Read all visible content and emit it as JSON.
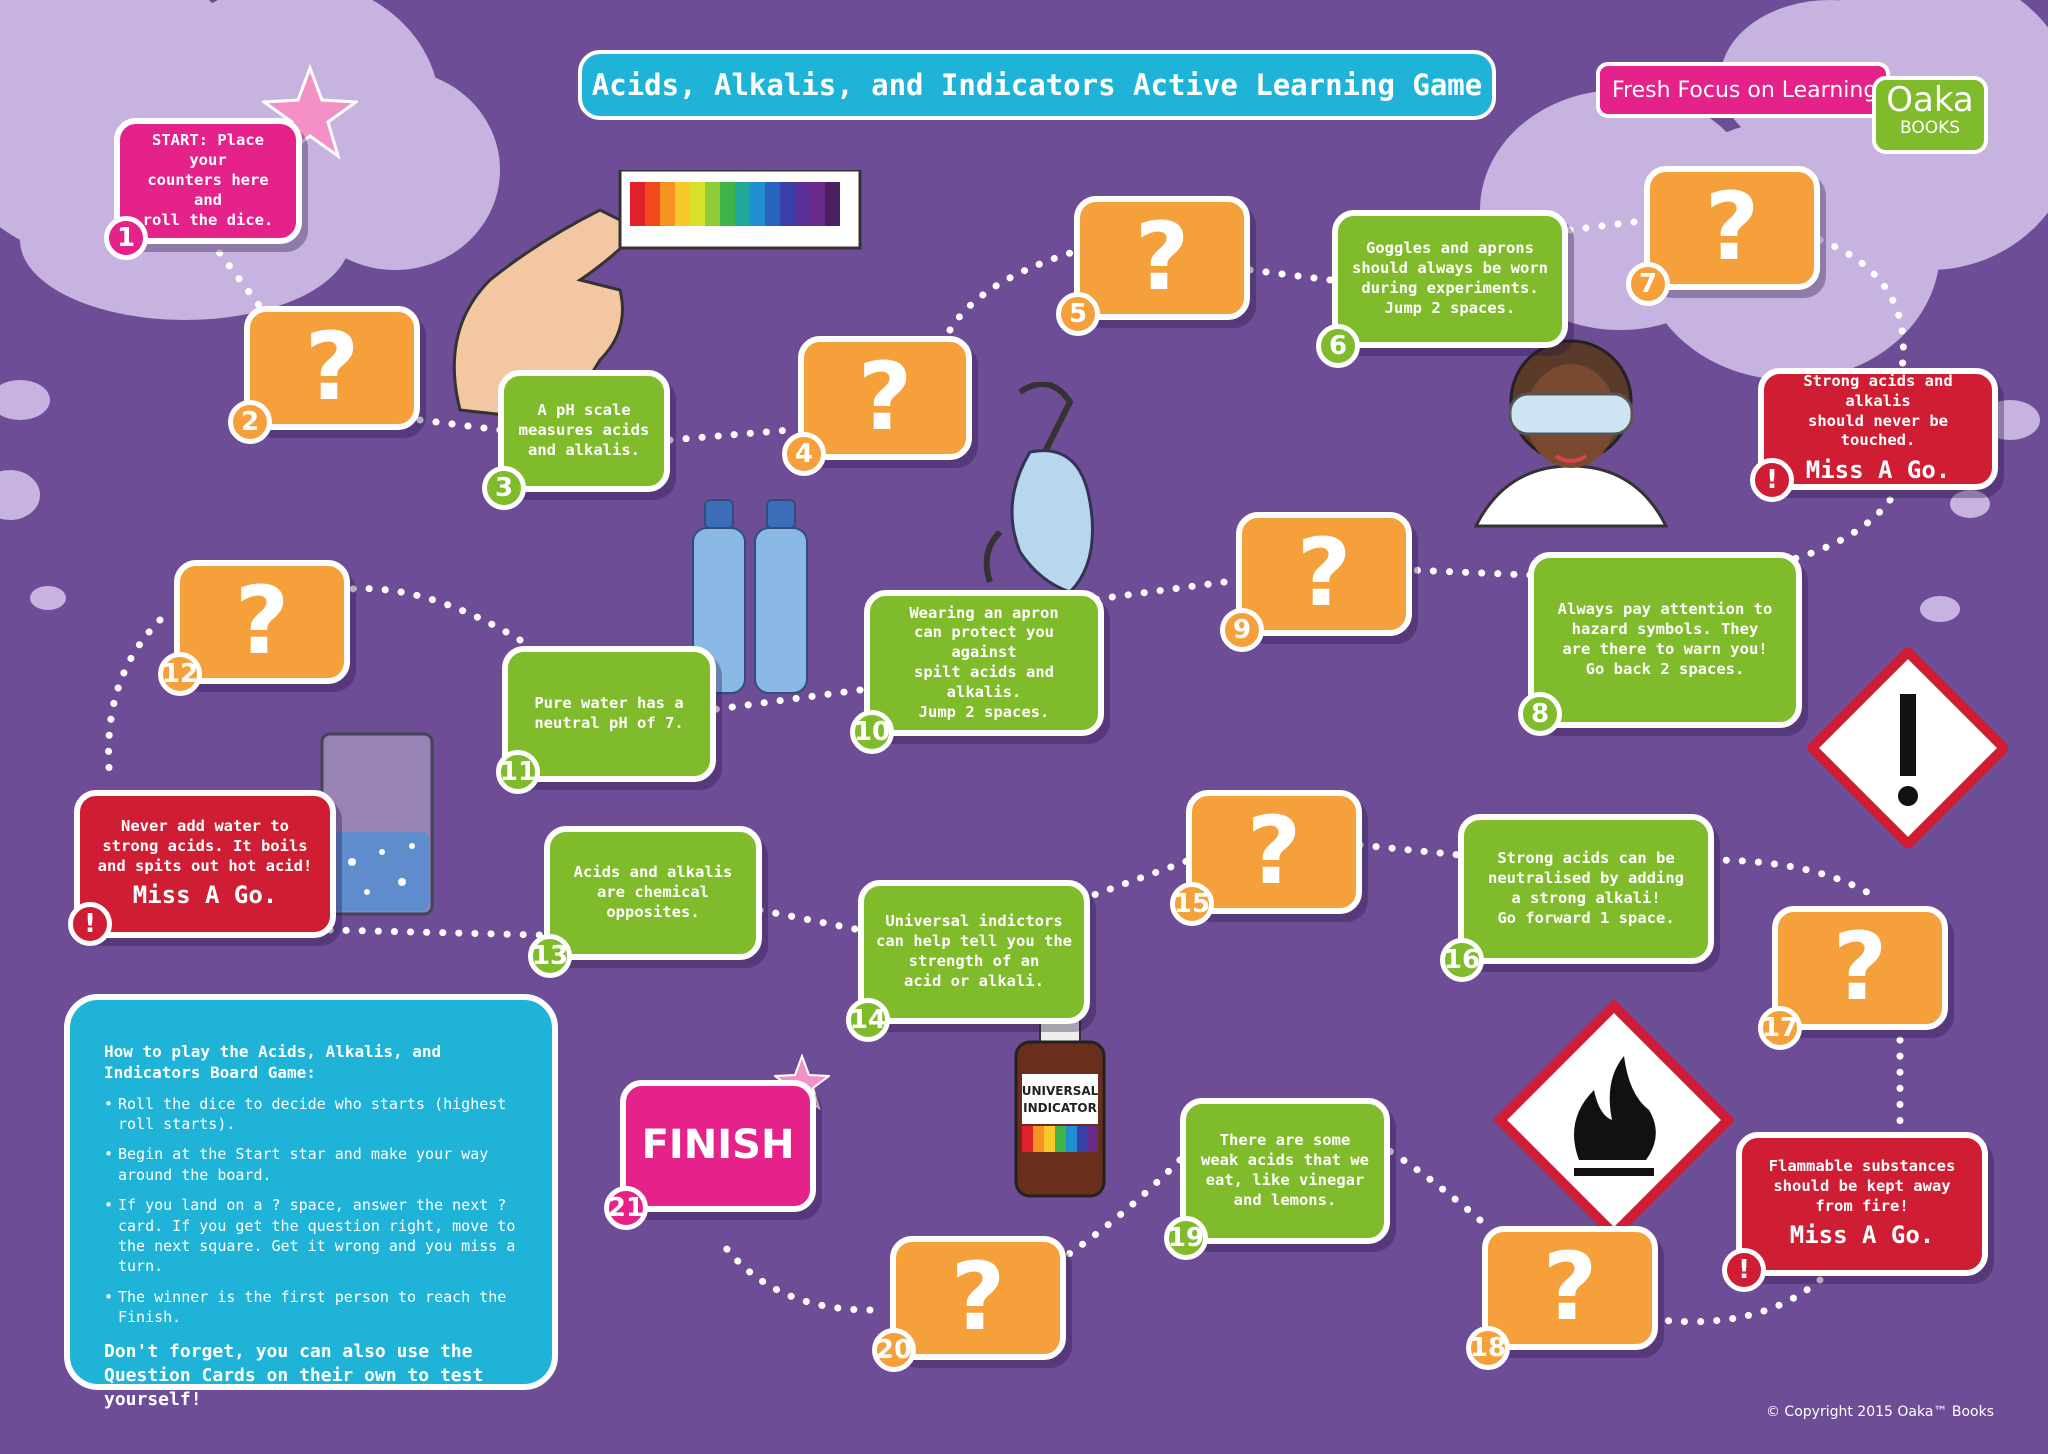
{
  "title": "Acids, Alkalis, and Indicators Active Learning Game",
  "brand": {
    "tagline": "Fresh Focus on Learning",
    "logo_main": "Oaka",
    "logo_sub": "BOOKS"
  },
  "question_mark": "?",
  "miss_label": "Miss A Go.",
  "hazard_exclamation": "!",
  "squares": {
    "s1": {
      "num": "1",
      "text": "START: Place your\ncounters here and\nroll the dice."
    },
    "s2": {
      "num": "2"
    },
    "s3": {
      "num": "3",
      "text": "A pH scale\nmeasures acids\nand alkalis."
    },
    "s4": {
      "num": "4"
    },
    "s5": {
      "num": "5"
    },
    "s6": {
      "num": "6",
      "text": "Goggles and aprons\nshould always be worn\nduring experiments.\nJump 2 spaces."
    },
    "s7": {
      "num": "7"
    },
    "s7b": {
      "num": "!",
      "text": "Strong acids and alkalis\nshould never be touched."
    },
    "s8": {
      "num": "8",
      "text": "Always pay attention to\nhazard symbols. They\nare there to warn you!\nGo back 2 spaces."
    },
    "s9": {
      "num": "9"
    },
    "s10": {
      "num": "10",
      "text": "Wearing an apron\ncan protect you against\nspilt acids and alkalis.\nJump 2 spaces."
    },
    "s11": {
      "num": "11",
      "text": "Pure water has a\nneutral pH of 7."
    },
    "s12": {
      "num": "12"
    },
    "s12b": {
      "num": "!",
      "text": "Never add water to\nstrong acids. It boils\nand spits out hot acid!"
    },
    "s13": {
      "num": "13",
      "text": "Acids and alkalis\nare chemical\nopposites."
    },
    "s14": {
      "num": "14",
      "text": "Universal indictors\ncan help tell you the\nstrength of an\nacid or alkali."
    },
    "s15": {
      "num": "15"
    },
    "s16": {
      "num": "16",
      "text": "Strong acids can be\nneutralised by adding\na strong alkali!\nGo forward 1 space."
    },
    "s17": {
      "num": "17"
    },
    "s17b": {
      "num": "!",
      "text": "Flammable substances\nshould be kept away\nfrom fire!"
    },
    "s18": {
      "num": "18"
    },
    "s19": {
      "num": "19",
      "text": "There are some\nweak acids that we\neat, like vinegar\nand lemons."
    },
    "s20": {
      "num": "20"
    },
    "s21": {
      "num": "21",
      "text": "FINISH"
    }
  },
  "bottle_label": "UNIVERSAL\nINDICATOR",
  "howto": {
    "heading": "How to play the Acids, Alkalis, and Indicators Board Game:",
    "rules": [
      "Roll the dice to decide who starts (highest roll starts).",
      "Begin at the Start star and make your way around the board.",
      "If you land on a ? space, answer the next ? card. If you get the question right, move to the next square. Get it wrong and you miss a turn.",
      "The winner is the first person to reach the Finish."
    ],
    "footer": "Don't forget, you can also use the Question Cards on their own to test yourself!"
  },
  "copyright": "© Copyright 2015 Oaka™ Books",
  "colors": {
    "background": "#6e4d97",
    "question": "#f5a03a",
    "fact": "#7fbb2a",
    "hazard": "#cf1d34",
    "start_finish": "#e5218a",
    "info": "#1fb3d8",
    "cloud": "#c7b3e0"
  }
}
